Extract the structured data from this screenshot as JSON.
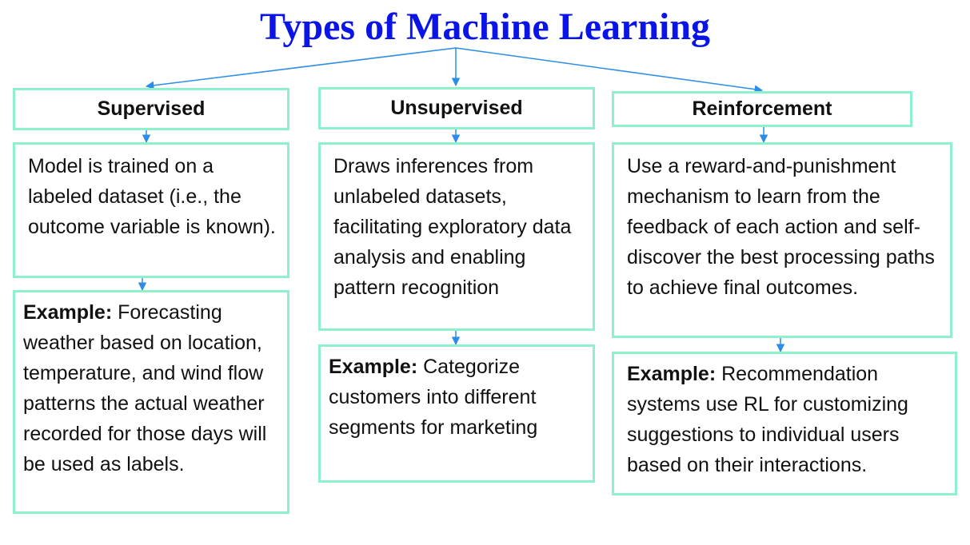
{
  "title": "Types of Machine Learning",
  "example_label": "Example:",
  "colors": {
    "title": "#0a14e6",
    "box_border": "#8ff0cc",
    "arrow": "#2b8de6"
  },
  "columns": [
    {
      "heading": "Supervised",
      "description": "Model is trained on a labeled dataset (i.e., the outcome variable is known).",
      "example": "Forecasting weather based on location, temperature, and wind flow patterns the actual weather recorded for those days will be used as labels."
    },
    {
      "heading": "Unsupervised",
      "description": "Draws inferences from unlabeled datasets, facilitating exploratory data analysis and enabling pattern recognition",
      "example": "Categorize customers into different segments for marketing"
    },
    {
      "heading": "Reinforcement",
      "description": "Use a reward-and-punishment mechanism to learn from the feedback of each action and self-discover the best processing paths to achieve final outcomes.",
      "example": "Recommendation systems use RL for customizing suggestions to individual users based on their interactions."
    }
  ]
}
